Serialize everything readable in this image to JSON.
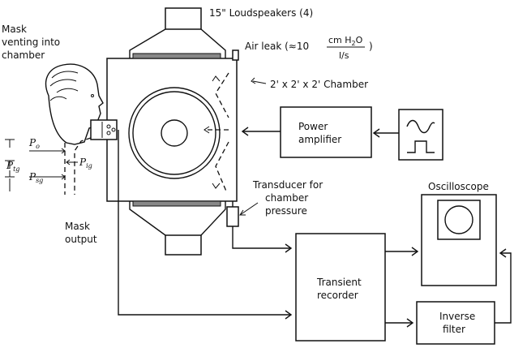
{
  "labels": {
    "loudspeakers": "15\" Loudspeakers (4)",
    "air_leak_prefix": "Air leak (≈10",
    "air_leak_num": "cm H",
    "air_leak_num_sub": "2",
    "air_leak_num_tail": "O",
    "air_leak_den": "l/s",
    "air_leak_suffix": ")",
    "chamber": "2' x 2' x 2' Chamber",
    "mask_venting_1": "Mask",
    "mask_venting_2": "venting into",
    "mask_venting_3": "chamber",
    "power_amp_1": "Power",
    "power_amp_2": "amplifier",
    "transducer_1": "Transducer for",
    "transducer_2": "chamber",
    "transducer_3": "pressure",
    "oscilloscope": "Oscilloscope",
    "transient_1": "Transient",
    "transient_2": "recorder",
    "inverse_1": "Inverse",
    "inverse_2": "filter",
    "mask_output_1": "Mask",
    "mask_output_2": "output",
    "p_o": "P",
    "p_o_sub": "o",
    "p_tg": "P",
    "p_tg_sub": "tg",
    "p_ig": "P",
    "p_ig_sub": "ig",
    "p_sg": "P",
    "p_sg_sub": "sg"
  },
  "icons": {
    "sine": "sine-wave-icon",
    "pulse": "square-pulse-icon",
    "head": "human-head-profile-icon"
  }
}
